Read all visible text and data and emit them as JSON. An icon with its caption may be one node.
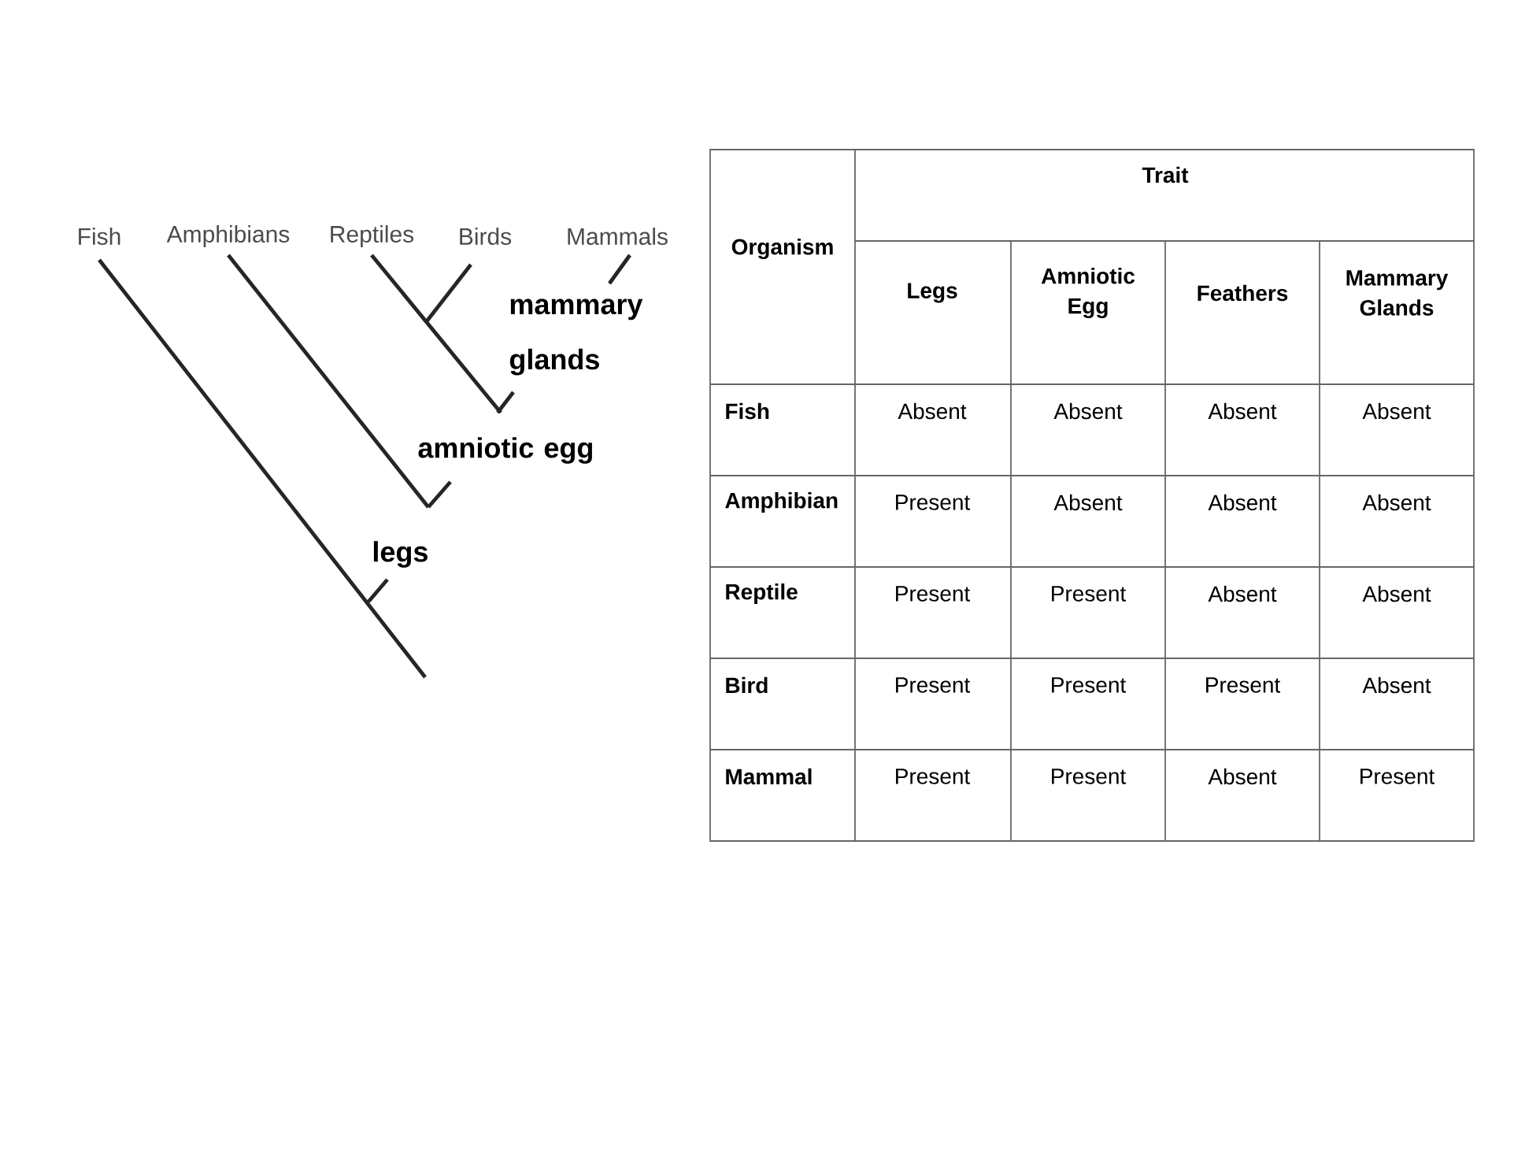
{
  "diagram": {
    "labels": [
      "Fish",
      "Amphibians",
      "Reptiles",
      "Birds",
      "Mammals",
      "mammary glands",
      "amniotic egg",
      "legs",
      "Organism",
      "Trait",
      "Legs",
      "Amniotic Egg",
      "Feathers",
      "Mammary Glands",
      "Fish",
      "Absent",
      "Absent",
      "Absent",
      "Absent",
      "Amphibian",
      "Present",
      "Absent",
      "Absent",
      "Absent",
      "Reptile",
      "Present",
      "Present",
      "Absent",
      "Absent",
      "Bird",
      "Present",
      "Present",
      "Present",
      "Absent",
      "Mammal",
      "Present",
      "Present",
      "Absent",
      "Present"
    ]
  }
}
